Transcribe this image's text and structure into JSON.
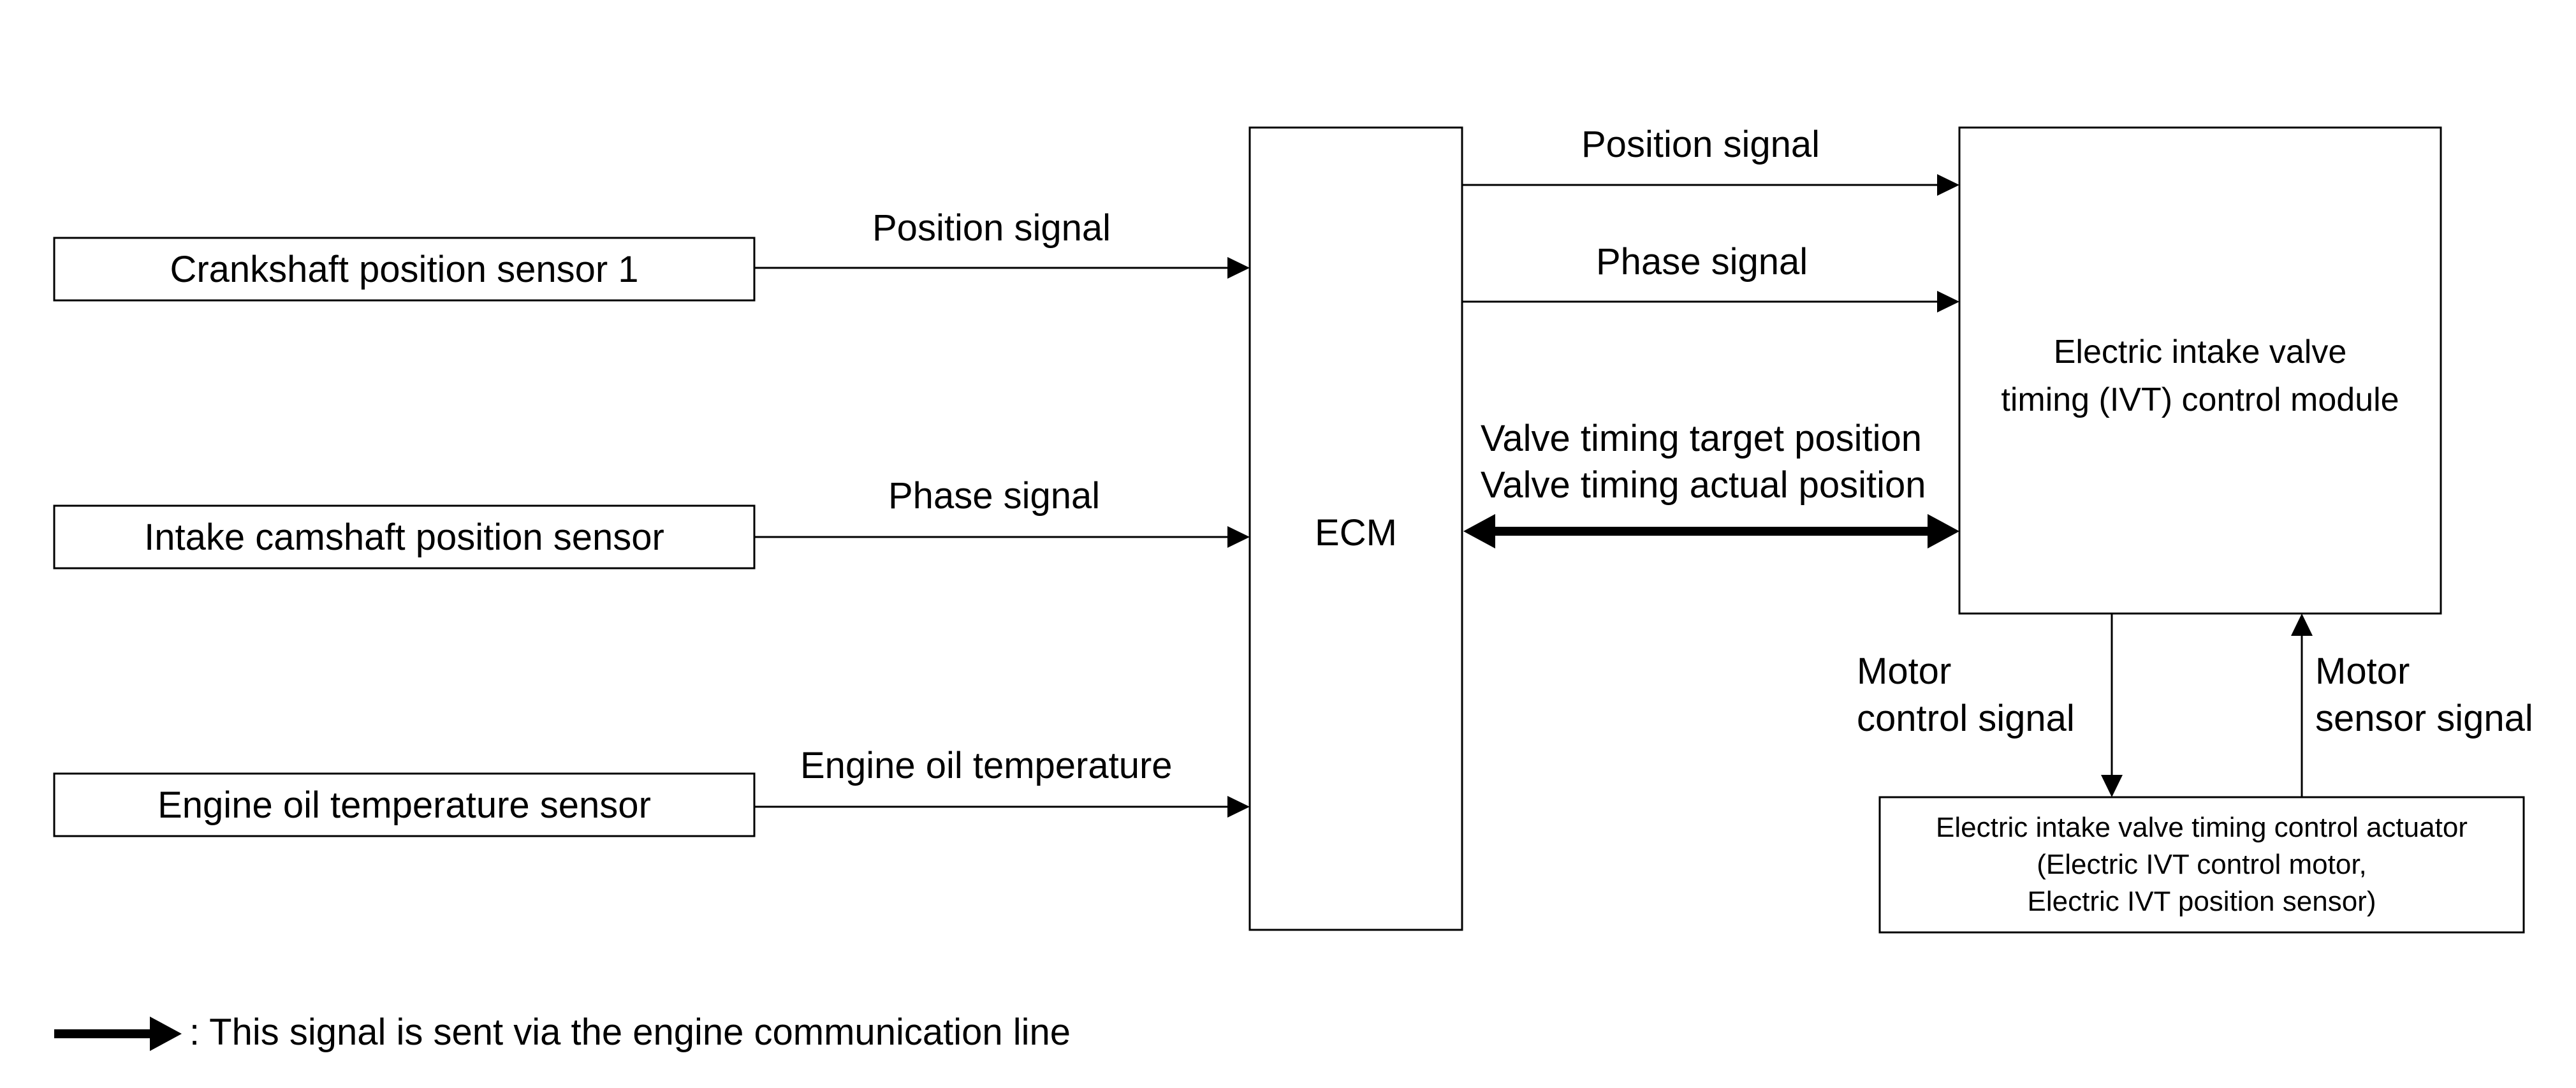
{
  "sensors": [
    {
      "label": "Crankshaft position sensor 1",
      "signal": "Position signal"
    },
    {
      "label": "Intake camshaft position sensor",
      "signal": "Phase signal"
    },
    {
      "label": "Engine oil temperature sensor",
      "signal": "Engine oil temperature"
    }
  ],
  "ecm": {
    "label": "ECM"
  },
  "ecm_to_module": {
    "position_signal": "Position signal",
    "phase_signal": "Phase signal",
    "comm_line_1": "Valve timing target position",
    "comm_line_2": "Valve timing actual position"
  },
  "module": {
    "line_1": "Electric intake valve",
    "line_2": "timing (IVT) control module"
  },
  "motor_control": {
    "line_1": "Motor",
    "line_2": "control signal"
  },
  "motor_sensor": {
    "line_1": "Motor",
    "line_2": "sensor signal"
  },
  "actuator": {
    "line_1": "Electric intake valve timing control actuator",
    "line_2": "(Electric IVT control motor,",
    "line_3": "Electric IVT position sensor)"
  },
  "legend": {
    "text": ": This signal is sent via the engine communication line"
  },
  "colors": {
    "line": "#000000",
    "background": "#ffffff"
  }
}
